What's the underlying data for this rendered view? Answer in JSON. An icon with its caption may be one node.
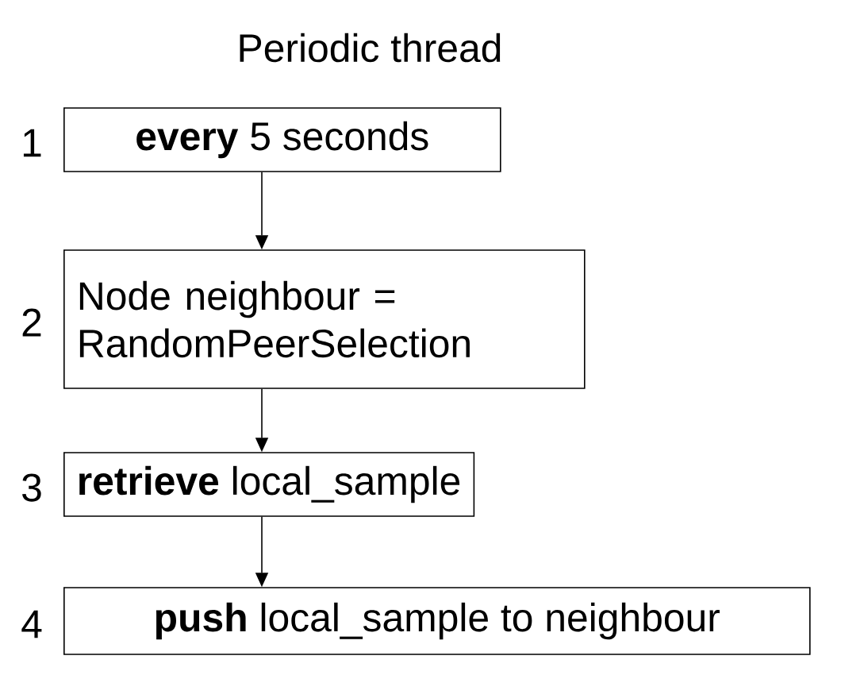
{
  "diagram": {
    "title": "Periodic thread",
    "nodes": [
      {
        "text": [
          "**every** 5 seconds"
        ],
        "beside": [
          "1"
        ]
      },
      {
        "text": [
          "Node neighbour = RandomPeerSelection"
        ],
        "beside": [
          "2"
        ]
      },
      {
        "text": [
          "**retrieve** local_sample"
        ],
        "beside": [
          "3"
        ]
      },
      {
        "text": [
          "**push** local_sample to neighbour"
        ],
        "beside": [
          "4"
        ]
      }
    ],
    "edges": [
      {
        "from": 0,
        "to": 1,
        "arrow": "to"
      },
      {
        "from": 1,
        "to": 2,
        "arrow": "to"
      },
      {
        "from": 2,
        "to": 3,
        "arrow": "to"
      }
    ]
  }
}
